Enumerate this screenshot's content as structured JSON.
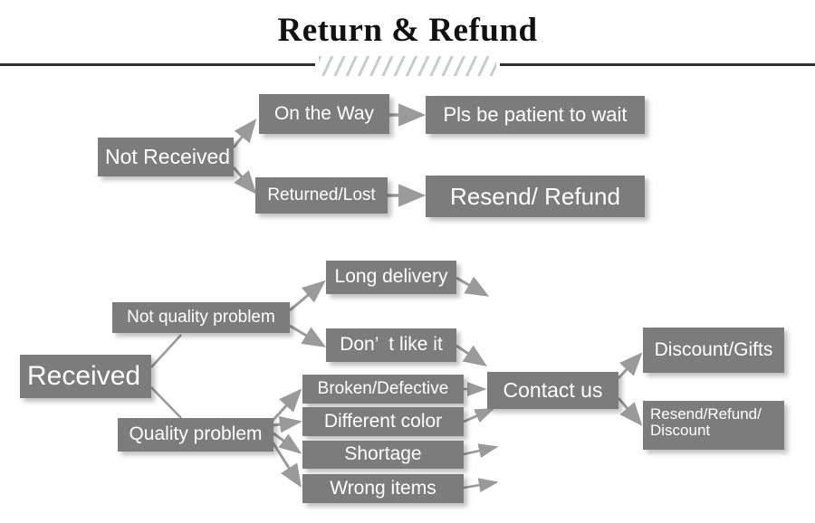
{
  "header": {
    "title": "Return & Refund",
    "divider_icon": "hatched-divider"
  },
  "colors": {
    "box_fill": "#7c7c7c",
    "box_text": "#ffffff",
    "arrow": "#9a9a9a",
    "title_text": "#111111",
    "rule": "#2f2f2f",
    "hatch": "#c9ccce",
    "background": "#ffffff"
  },
  "flow": {
    "not_received": {
      "root": "Not Received",
      "branches": [
        {
          "label": "On the Way",
          "result": "Pls be patient to wait"
        },
        {
          "label": "Returned/Lost",
          "result": "Resend/ Refund"
        }
      ]
    },
    "received": {
      "root": "Received",
      "not_quality": {
        "label": "Not quality problem",
        "reasons": [
          "Long delivery",
          "Don’  t like it"
        ]
      },
      "quality": {
        "label": "Quality problem",
        "reasons": [
          "Broken/Defective",
          "Different color",
          "Shortage",
          "Wrong items"
        ]
      },
      "contact": "Contact us",
      "outcomes": [
        "Discount/Gifts",
        "Resend/Refund/\nDiscount"
      ]
    }
  },
  "boxes": [
    {
      "key": "not-received",
      "text": "Not Received"
    },
    {
      "key": "on-the-way",
      "text": "On the Way"
    },
    {
      "key": "pls-be-patient",
      "text": "Pls be patient to wait"
    },
    {
      "key": "returned-lost",
      "text": "Returned/Lost"
    },
    {
      "key": "resend-refund",
      "text": "Resend/ Refund"
    },
    {
      "key": "received",
      "text": "Received"
    },
    {
      "key": "not-quality-problem",
      "text": "Not quality problem"
    },
    {
      "key": "long-delivery",
      "text": "Long delivery"
    },
    {
      "key": "dont-like-it",
      "text": "Don’  t like it"
    },
    {
      "key": "quality-problem",
      "text": "Quality problem"
    },
    {
      "key": "broken-defective",
      "text": "Broken/Defective"
    },
    {
      "key": "different-color",
      "text": "Different color"
    },
    {
      "key": "shortage",
      "text": "Shortage"
    },
    {
      "key": "wrong-items",
      "text": "Wrong items"
    },
    {
      "key": "contact-us",
      "text": "Contact us"
    },
    {
      "key": "discount-gifts",
      "text": "Discount/Gifts"
    },
    {
      "key": "resend-refund-discount",
      "text": "Resend/Refund/\nDiscount"
    }
  ]
}
